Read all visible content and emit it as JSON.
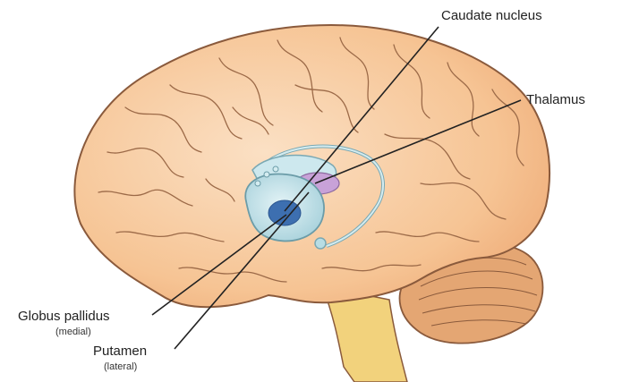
{
  "labels": {
    "caudate": "Caudate nucleus",
    "thalamus": "Thalamus",
    "globus": "Globus pallidus",
    "globus_sub": "(medial)",
    "putamen": "Putamen",
    "putamen_sub": "(lateral)"
  },
  "colors": {
    "brain_fill": "#f8c9a0",
    "brain_outline": "#8a5a3c",
    "cerebellum": "#e4a673",
    "brainstem": "#f2d27c",
    "basal_ganglia": "#b8dde4",
    "putamen_core": "#3d6fb0",
    "thalamus": "#c8a2d8"
  }
}
